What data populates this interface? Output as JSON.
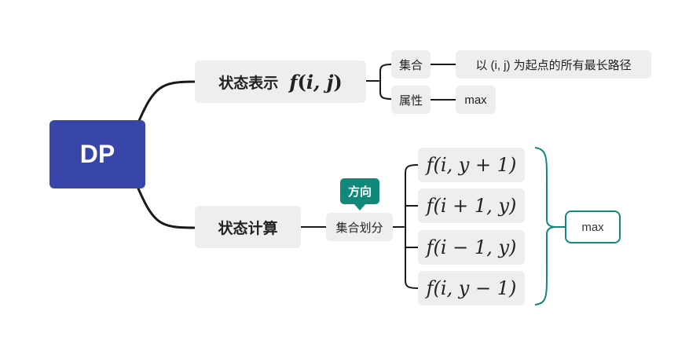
{
  "root": {
    "label": "DP"
  },
  "state_repr": {
    "label": "状态表示",
    "formula": {
      "fn": "f",
      "open": "(",
      "args": "i, j",
      "close": ")"
    },
    "children": [
      {
        "label": "集合",
        "value": "以 (i, j) 为起点的所有最长路径"
      },
      {
        "label": "属性",
        "value": "max"
      }
    ]
  },
  "state_calc": {
    "label": "状态计算",
    "child": {
      "label": "集合划分",
      "tag": "方向",
      "cases": [
        {
          "formula": "f(i, y + 1)"
        },
        {
          "formula": "f(i + 1, y)"
        },
        {
          "formula": "f(i − 1, y)"
        },
        {
          "formula": "f(i, y − 1)"
        }
      ],
      "summary": "max"
    }
  },
  "colors": {
    "root": "#3846aa",
    "accent": "#11897a",
    "node_bg": "#eeeeee",
    "line": "#1a1a1a"
  }
}
